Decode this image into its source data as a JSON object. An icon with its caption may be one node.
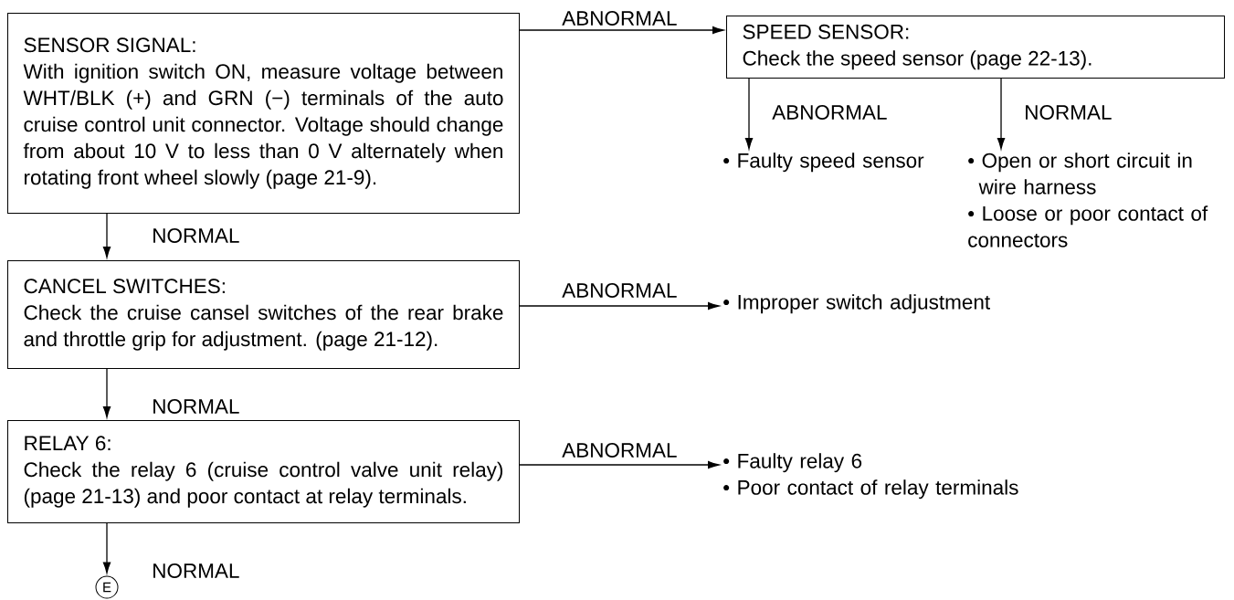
{
  "diagram": {
    "nodes": [
      {
        "text": [
          "SENSOR SIGNAL:",
          "With ignition switch ON, measure voltage between WHT/BLK (+) and GRN (−) terminals of the auto cruise control unit connector. Voltage should change from about 10 V to less than 0 V alternately when rotating front wheel slowly (page 21-9)."
        ]
      },
      {
        "text": [
          "SPEED SENSOR:",
          "Check the speed sensor (page 22-13)."
        ]
      },
      {
        "text": [
          "• Faulty speed sensor"
        ]
      },
      {
        "text": [
          "• Open or short circuit in wire harness",
          "• Loose or poor contact of connectors"
        ]
      },
      {
        "text": [
          "CANCEL SWITCHES:",
          "Check the cruise cansel switches of the rear brake and throttle grip for adjustment. (page 21-12)."
        ]
      },
      {
        "text": [
          "• Improper switch adjustment"
        ]
      },
      {
        "text": [
          "RELAY 6:",
          "Check the relay 6 (cruise control valve unit relay) (page 21-13) and poor contact at relay terminals."
        ]
      },
      {
        "text": [
          "• Faulty relay 6",
          "• Poor contact of relay terminals"
        ]
      },
      {
        "text": [
          "E"
        ]
      }
    ],
    "edges": [
      {
        "from": 0,
        "to": 1,
        "arrow": "to",
        "label": "ABNORMAL"
      },
      {
        "from": 1,
        "to": 2,
        "arrow": "to",
        "label": "ABNORMAL"
      },
      {
        "from": 1,
        "to": 3,
        "arrow": "to",
        "label": "NORMAL"
      },
      {
        "from": 0,
        "to": 4,
        "arrow": "to",
        "label": "NORMAL"
      },
      {
        "from": 4,
        "to": 5,
        "arrow": "to",
        "label": "ABNORMAL"
      },
      {
        "from": 4,
        "to": 6,
        "arrow": "to",
        "label": "NORMAL"
      },
      {
        "from": 6,
        "to": 7,
        "arrow": "to",
        "label": "ABNORMAL"
      },
      {
        "from": 6,
        "to": 8,
        "arrow": "to",
        "label": "NORMAL"
      }
    ]
  }
}
